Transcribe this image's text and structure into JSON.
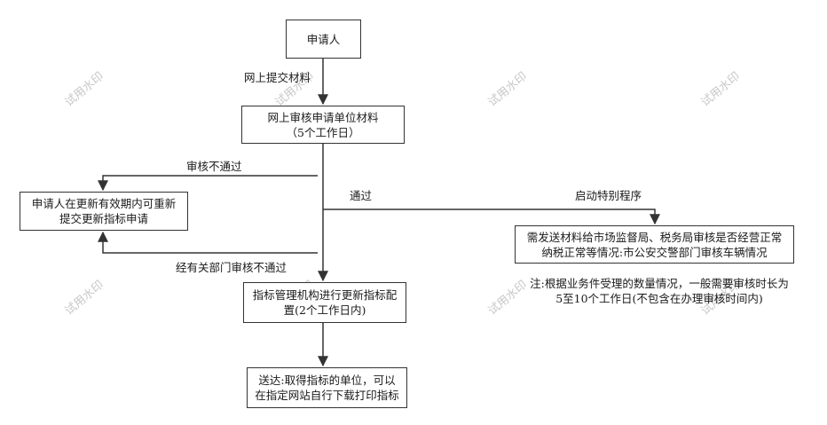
{
  "watermark": "试用水印",
  "nodes": {
    "applicant": "申请人",
    "online_review": [
      "网上审核申请单位材料",
      "（5个工作日）"
    ],
    "reapply": [
      "申请人在更新有效期内可重新",
      "提交更新指标申请"
    ],
    "config": [
      "指标管理机构进行更新指标配",
      "置(2个工作日内)"
    ],
    "delivery": [
      "送达:取得指标的单位，可以",
      "在指定网站自行下载打印指标"
    ],
    "special": [
      "需发送材料给市场监督局、税务局审核是否经营正常",
      "纳税正常等情况:市公安交警部门审核车辆情况"
    ]
  },
  "edges": {
    "submit_online": "网上提交材料",
    "review_fail": "审核不通过",
    "pass": "通过",
    "special_procedure": "启动特别程序",
    "dept_fail": "经有关部门审核不通过"
  },
  "note": [
    "注:根据业务件受理的数量情况，一般需要审核时长为",
    "5至10个工作日(不包含在办理审核时间内)"
  ]
}
